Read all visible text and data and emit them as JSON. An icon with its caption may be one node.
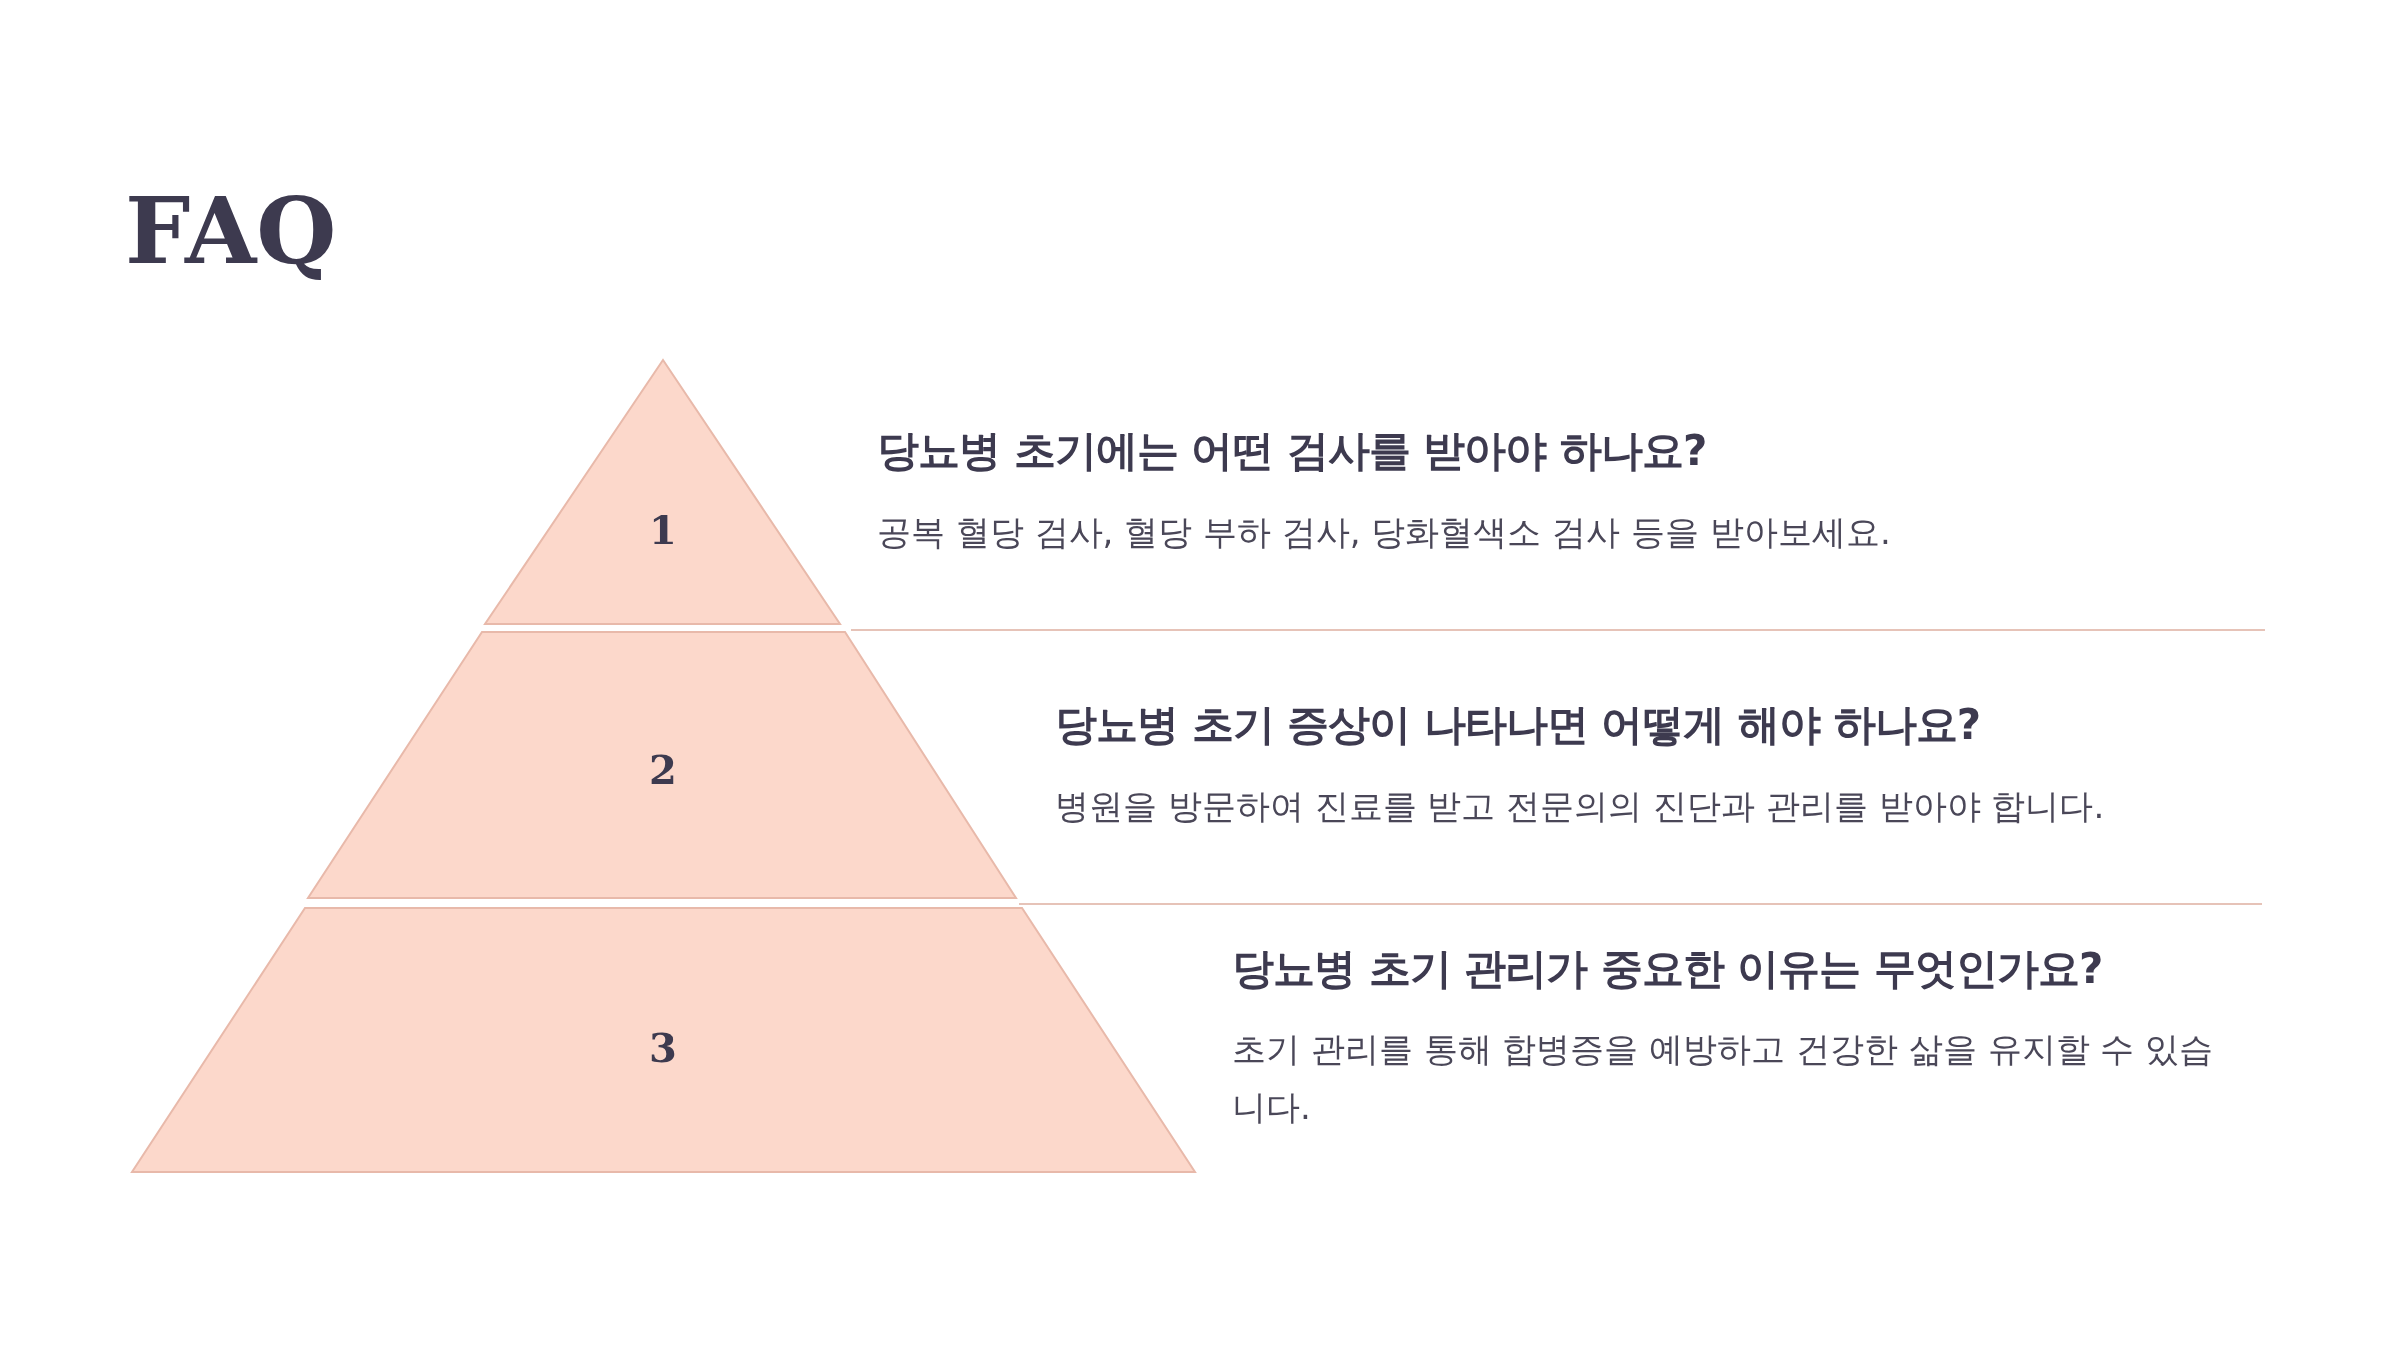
{
  "diagram": {
    "title": "FAQ",
    "nodes": [
      {
        "text": [
          "1"
        ],
        "beside": [
          "당뇨병 초기에는 어떤 검사를 받아야 하나요?",
          "공복 혈당 검사, 혈당 부하 검사, 당화혈색소 검사 등을 받아보세요."
        ]
      },
      {
        "text": [
          "2"
        ],
        "beside": [
          "당뇨병 초기 증상이 나타나면 어떻게 해야 하나요?",
          "병원을 방문하여 진료를 받고 전문의의 진단과 관리를 받아야 합니다."
        ]
      },
      {
        "text": [
          "3"
        ],
        "beside": [
          "당뇨병 초기 관리가 중요한 이유는 무엇인가요?",
          "초기 관리를 통해 합병증을 예방하고 건강한 삶을 유지할 수 있습니다."
        ]
      }
    ],
    "edges": []
  }
}
